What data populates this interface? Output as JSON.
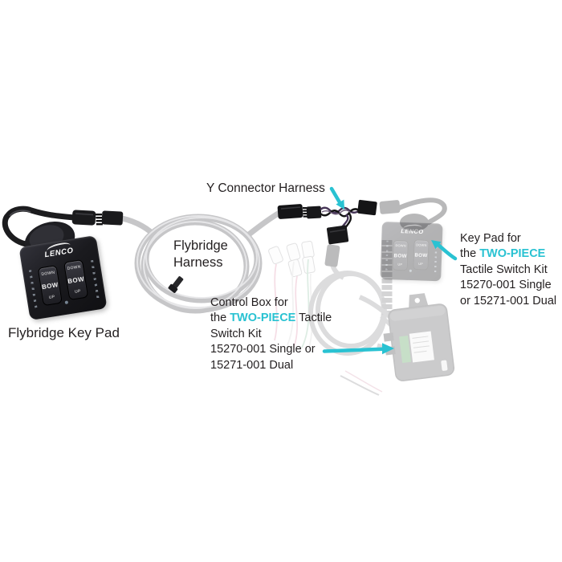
{
  "accent_color": "#29c2d2",
  "labels": {
    "y_connector": "Y Connector Harness",
    "flybridge_harness_line1": "Flybridge",
    "flybridge_harness_line2": "Harness",
    "flybridge_keypad": "Flybridge Key Pad"
  },
  "keypad": {
    "brand": "LENCO",
    "down_label": "DOWN",
    "bow_label": "BOW",
    "up_label": "UP"
  },
  "notes": {
    "keypad_kit": {
      "line1": "Key Pad for",
      "line2_pre": "the ",
      "line2_highlight": "TWO-PIECE",
      "line3": "Tactile Switch Kit",
      "line4": "15270-001 Single",
      "line5": "or 15271-001 Dual"
    },
    "control_box_kit": {
      "line1": "Control Box for",
      "line2_pre": "the ",
      "line2_highlight": "TWO-PIECE",
      "line2_post": " Tactile",
      "line3": "Switch Kit",
      "line4": "15270-001 Single or",
      "line5": "15271-001 Dual"
    }
  }
}
